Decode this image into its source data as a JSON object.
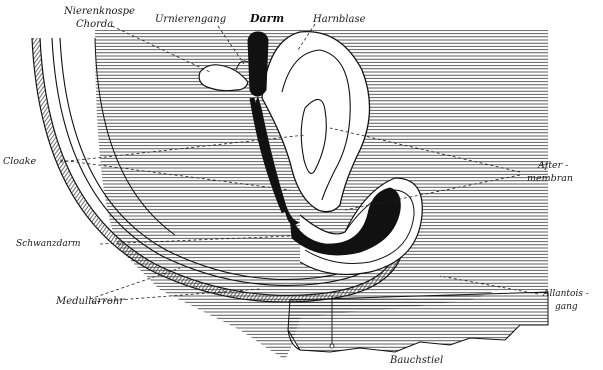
{
  "figure": {
    "labels": {
      "nierenknospe": "Nierenknospe",
      "chorda": "Chorda",
      "urnierengang": "Urnierengang",
      "darm": "Darm",
      "harnblase": "Harnblase",
      "cloake": "Cloake",
      "after_membran_1": "After -",
      "after_membran_2": "membran",
      "schwanzdarm": "Schwanzdarm",
      "medullarrohr": "Medullarrohr",
      "allantois_1": "Allantois -",
      "allantois_2": "gang",
      "bauchstiel": "Bauchstiel"
    },
    "colors": {
      "ink": "#111111",
      "paper": "#ffffff"
    }
  }
}
